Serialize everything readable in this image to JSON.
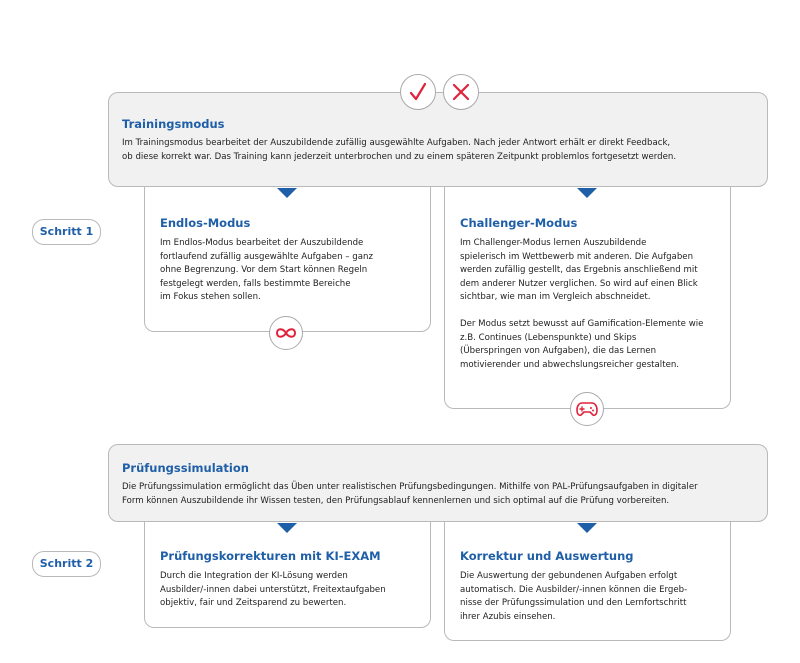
{
  "colors": {
    "accent": "#1f5fa8",
    "icon_red": "#e0233a",
    "banner_bg": "#f1f1f1",
    "border": "#b9b9b9"
  },
  "steps": [
    {
      "label": "Schritt 1"
    },
    {
      "label": "Schritt 2"
    }
  ],
  "section1": {
    "title": "Trainingsmodus",
    "text": "Im Trainingsmodus bearbeitet der Auszubildende zufällig ausgewählte Aufgaben. Nach jeder Antwort erhält er direkt Feedback,\nob diese korrekt war. Das Training kann jederzeit unterbrochen und zu einem späteren Zeitpunkt problemlos fortgesetzt werden.",
    "icons": [
      "checkmark-icon",
      "cross-icon"
    ],
    "cards": [
      {
        "title": "Endlos-Modus",
        "text": "Im Endlos-Modus bearbeitet der Auszubildende\nfortlaufend zufällig ausgewählte Aufgaben – ganz\nohne Begrenzung. Vor dem Start können Regeln\nfestgelegt werden, falls bestimmte Bereiche\nim Fokus stehen sollen.",
        "icon": "infinity-icon"
      },
      {
        "title": "Challenger-Modus",
        "text": "Im Challenger-Modus lernen Auszubildende\nspielerisch im Wettbewerb mit anderen. Die Aufgaben\nwerden zufällig gestellt, das Ergebnis anschließend mit\ndem anderer Nutzer verglichen. So wird auf einen Blick\nsichtbar, wie man im Vergleich abschneidet.",
        "text2": "Der Modus setzt bewusst auf Gamification-Elemente wie\nz.B. Continues (Lebenspunkte) und Skips\n(Überspringen von Aufgaben), die das Lernen\nmotivierender und abwechslungsreicher gestalten.",
        "icon": "gamepad-icon"
      }
    ]
  },
  "section2": {
    "title": "Prüfungssimulation",
    "text": "Die Prüfungssimulation ermöglicht das Üben unter realistischen Prüfungsbedingungen. Mithilfe von PAL-Prüfungsaufgaben in digitaler\nForm können Auszubildende ihr Wissen testen, den Prüfungsablauf kennenlernen und sich optimal auf die Prüfung vorbereiten.",
    "cards": [
      {
        "title": "Prüfungskorrekturen mit KI-EXAM",
        "text": "Durch die Integration der KI-Lösung werden\nAusbilder/-innen dabei unterstützt, Freitextaufgaben\nobjektiv, fair und Zeitsparend zu bewerten."
      },
      {
        "title": "Korrektur und Auswertung",
        "text": "Die Auswertung der gebundenen Aufgaben erfolgt\nautomatisch. Die Ausbilder/-innen können die Ergeb-\nnisse der Prüfungssimulation und den Lernfortschritt\nihrer Azubis einsehen."
      }
    ]
  }
}
